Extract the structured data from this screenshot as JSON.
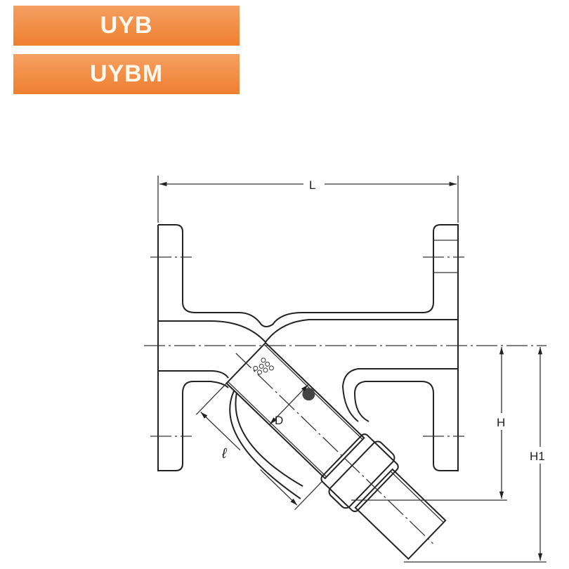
{
  "header": {
    "models": [
      "UYB",
      "UYBM"
    ]
  },
  "diagram": {
    "title": "Y-strainer dimension drawing",
    "labels": {
      "length": "L",
      "height": "H",
      "height_total": "H1",
      "diameter": "D",
      "screen_length": "ℓ"
    }
  },
  "colors": {
    "badge": "#ee7f2f",
    "badge_text": "#fff8ec",
    "line": "#222222"
  }
}
